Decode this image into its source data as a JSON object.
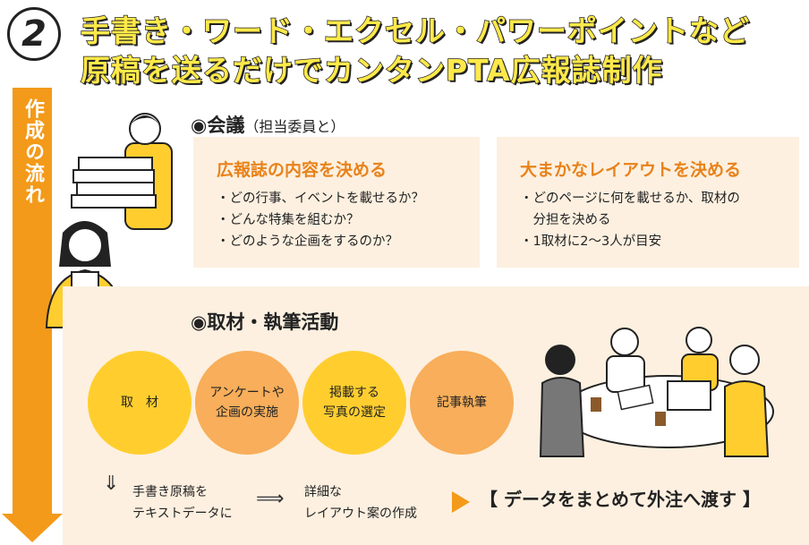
{
  "step_number": "2",
  "headline": {
    "line1": "手書き・ワード・エクセル・パワーポイントなど",
    "line2": "原稿を送るだけでカンタンPTA広報誌制作"
  },
  "flow_label": "作成の流れ",
  "meeting": {
    "title": "◉会議",
    "subtitle": "（担当委員と）",
    "cards": [
      {
        "title": "広報誌の内容を決める",
        "items": [
          "・どの行事、イベントを載せるか？",
          "・どんな特集を組むか？",
          "・どのような企画をするのか？"
        ]
      },
      {
        "title": "大まかなレイアウトを決める",
        "items": [
          "・どのページに何を載せるか、取材の",
          "　分担を決める",
          "・1取材に2〜3人が目安"
        ]
      }
    ]
  },
  "activity": {
    "title": "◉取材・執筆活動",
    "steps": [
      {
        "label": "取　材",
        "color": "#FFCE2E"
      },
      {
        "label": "アンケートや\n企画の実施",
        "color": "#F8AE5A"
      },
      {
        "label": "掲載する\n写真の選定",
        "color": "#FFCE2E"
      },
      {
        "label": "記事執筆",
        "color": "#F8AE5A"
      }
    ],
    "down_arrow": "⇓",
    "right_arrow": "⟹",
    "note1": "手書き原稿を\nテキストデータに",
    "note2": "詳細な\nレイアウト案の作成",
    "final": "【 データをまとめて外注へ渡す 】"
  },
  "colors": {
    "accent": "#F39A1A",
    "headline_fill": "#FFE94A",
    "panel": "#FDF0E0",
    "card_title": "#E8821A"
  }
}
